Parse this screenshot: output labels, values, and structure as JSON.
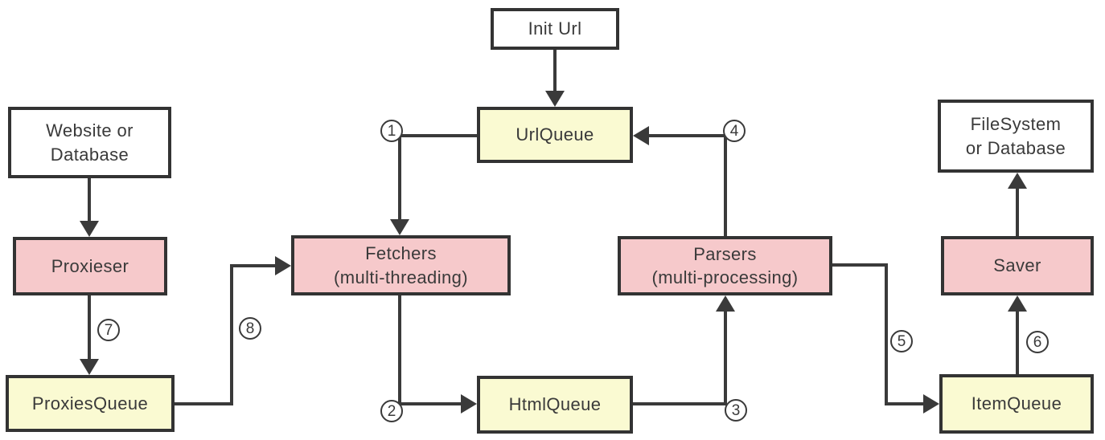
{
  "colors": {
    "queue_fill": "#FAFAD2",
    "process_fill": "#F6C9CB",
    "io_fill": "#FFFFFF",
    "border": "#333333",
    "line": "#3A3A3A",
    "text": "#3A3A3A"
  },
  "nodes": {
    "init_url": {
      "label": "Init Url"
    },
    "url_queue": {
      "label": "UrlQueue"
    },
    "website_db": {
      "line1": "Website or",
      "line2": "Database"
    },
    "proxieser": {
      "label": "Proxieser"
    },
    "proxies_queue": {
      "label": "ProxiesQueue"
    },
    "fetchers": {
      "line1": "Fetchers",
      "line2": "(multi-threading)"
    },
    "html_queue": {
      "label": "HtmlQueue"
    },
    "parsers": {
      "line1": "Parsers",
      "line2": "(multi-processing)"
    },
    "saver": {
      "label": "Saver"
    },
    "item_queue": {
      "label": "ItemQueue"
    },
    "filesystem_db": {
      "line1": "FileSystem",
      "line2": "or Database"
    }
  },
  "steps": [
    "1",
    "2",
    "3",
    "4",
    "5",
    "6",
    "7",
    "8"
  ]
}
